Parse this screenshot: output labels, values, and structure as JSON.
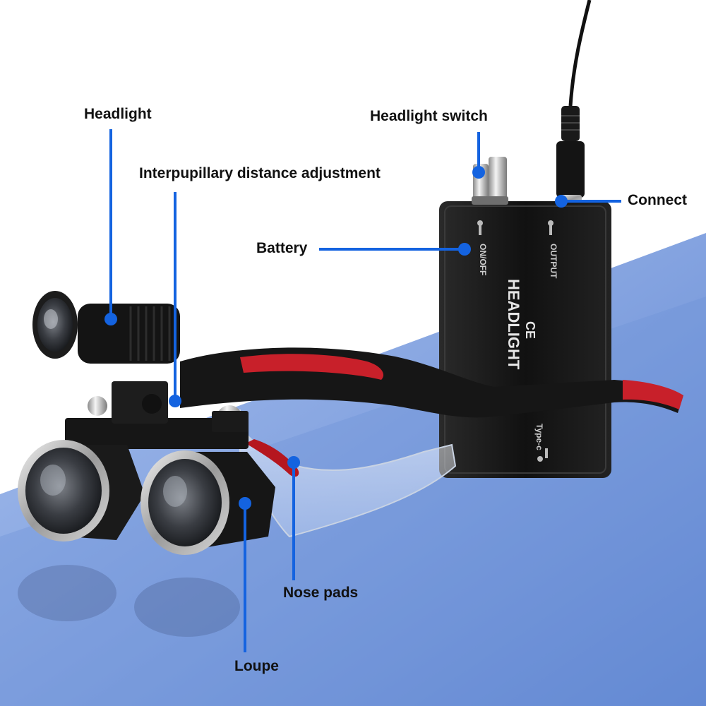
{
  "device": {
    "box_labels": {
      "switch_port": "ON/OFF",
      "output_port": "OUTPUT",
      "brand": "HEADLIGHT",
      "mark": "CE",
      "charge_port": "Type-c"
    }
  },
  "callouts": {
    "headlight": "Headlight",
    "interpupillary": "Interpupillary distance adjustment",
    "headlight_switch": "Headlight switch",
    "connect": "Connect",
    "battery": "Battery",
    "nose_pads": "Nose pads",
    "loupe": "Loupe"
  },
  "colors": {
    "leader": "#1463e0",
    "backdrop_blue": "#7c9edd",
    "frame": "#1a1a1a",
    "accent_red": "#c8202a",
    "label_text": "#111111"
  }
}
